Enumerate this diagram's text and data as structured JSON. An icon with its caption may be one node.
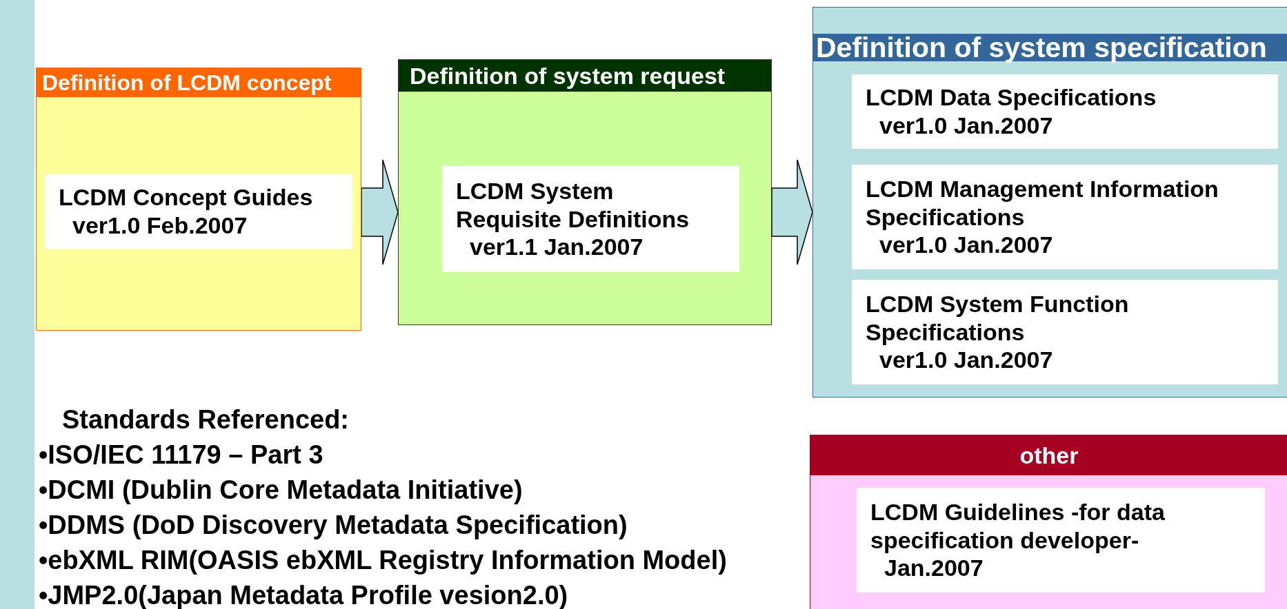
{
  "diagram": {
    "nodes": [
      {
        "text": [
          "Definition of LCDM concept"
        ]
      },
      {
        "text": [
          "LCDM Concept Guides",
          "ver1.0 Feb.2007"
        ],
        "in": 0
      },
      {
        "text": [
          "Definition of system request"
        ]
      },
      {
        "text": [
          "LCDM System Requisite Definitions",
          "ver1.1 Jan.2007"
        ],
        "in": 2
      },
      {
        "text": [
          "Definition of system specification"
        ]
      },
      {
        "text": [
          "LCDM Data Specifications",
          "ver1.0 Jan.2007"
        ],
        "in": 4
      },
      {
        "text": [
          "LCDM Management Information Specifications",
          "ver1.0 Jan.2007"
        ],
        "in": 4
      },
      {
        "text": [
          "LCDM System Function Specifications",
          "ver1.0 Jan.2007"
        ],
        "in": 4
      },
      {
        "text": [
          "other"
        ]
      },
      {
        "text": [
          "LCDM Guidelines -for data specification developer-",
          "Jan.2007"
        ],
        "in": 8
      },
      {
        "text": [],
        "shape": "bar"
      }
    ],
    "edges": [
      {
        "from": 0,
        "to": 2,
        "arrow": "to"
      },
      {
        "from": 2,
        "to": 4,
        "arrow": "to"
      }
    ],
    "labels": [
      "Standards Referenced:",
      "•ISO/IEC 11179 – Part 3",
      "•DCMI (Dublin Core Metadata Initiative)",
      "•DDMS (DoD Discovery Metadata Specification)",
      "•ebXML RIM(OASIS ebXML Registry Information Model)",
      "•JMP2.0(Japan Metadata Profile vesion2.0)"
    ]
  }
}
